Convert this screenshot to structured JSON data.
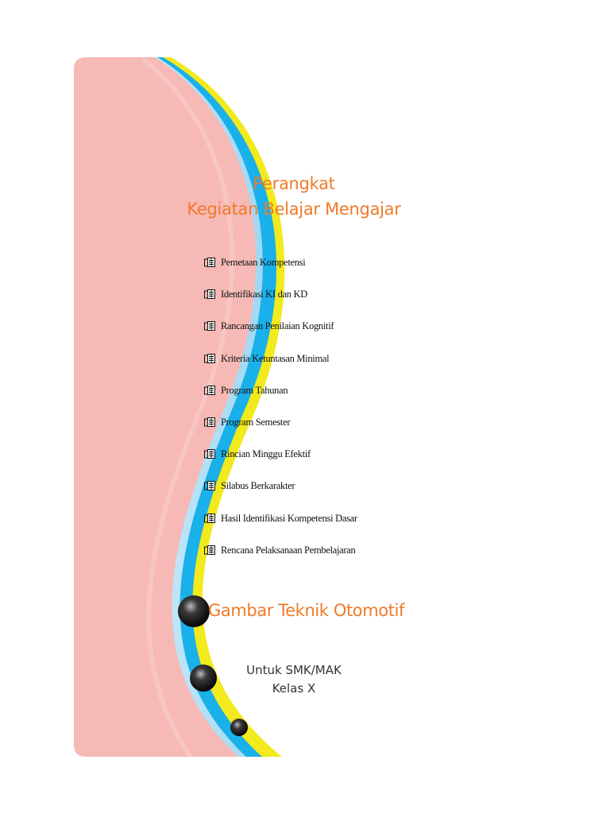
{
  "cover": {
    "title_line_1": "Perangkat",
    "title_line_2": "Kegiatan Belajar Mengajar",
    "subject": "Gambar Teknik Otomotif",
    "audience_line_1": "Untuk SMK/MAK",
    "audience_line_2": "Kelas X"
  },
  "menu": {
    "bullet_icon": "document-bullet-icon",
    "items": [
      {
        "label": "Pemetaan Kompetensi"
      },
      {
        "label": "Identifikasi KI dan KD"
      },
      {
        "label": "Rancangan Penilaian Kognitif"
      },
      {
        "label": "Kriteria Ketuntasan Minimal"
      },
      {
        "label": "Program Tahunan"
      },
      {
        "label": "Program Semester"
      },
      {
        "label": "Rincian Minggu Efektif"
      },
      {
        "label": "Silabus Berkarakter"
      },
      {
        "label": "Hasil Identifikasi Kompetensi Dasar"
      },
      {
        "label": "Rencana Pelaksanaan Pembelajaran"
      }
    ]
  },
  "colors": {
    "panel_pink": "#f6b9b6",
    "wave_blue": "#1ab0ea",
    "wave_yellow": "#f2ea1d",
    "title_orange": "#f07a2a"
  }
}
